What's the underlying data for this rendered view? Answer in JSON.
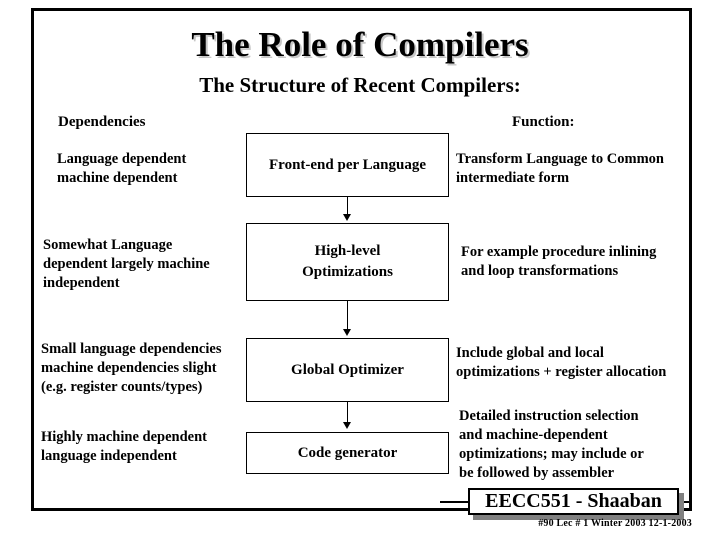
{
  "slide": {
    "title": "The Role of Compilers",
    "subtitle": "The Structure of Recent Compilers:",
    "frame_color": "#000000",
    "background_color": "#ffffff",
    "title_shadow_color": "#c8c8c8"
  },
  "columns": {
    "left_header": "Dependencies",
    "right_header": "Function:"
  },
  "rows": [
    {
      "dependency_lines": [
        "Language dependent",
        "machine dependent"
      ],
      "stage_lines": [
        "Front-end per Language"
      ],
      "function_lines": [
        "Transform Language to Common",
        "intermediate form"
      ]
    },
    {
      "dependency_lines": [
        "Somewhat Language",
        "dependent largely machine",
        "independent"
      ],
      "stage_lines": [
        "High-level",
        "Optimizations"
      ],
      "function_lines": [
        "For example procedure inlining",
        "and  loop transformations"
      ]
    },
    {
      "dependency_lines": [
        "Small language dependencies",
        "machine dependencies slight",
        "(e.g. register counts/types)"
      ],
      "stage_lines": [
        "Global Optimizer"
      ],
      "function_lines": [
        "Include global and local",
        "optimizations + register allocation"
      ]
    },
    {
      "dependency_lines": [
        "Highly machine dependent",
        "language independent"
      ],
      "stage_lines": [
        "Code generator"
      ],
      "function_lines": [
        "Detailed instruction selection",
        "and machine-dependent",
        "optimizations; may include or",
        "be followed by assembler"
      ]
    }
  ],
  "footer": {
    "badge": "EECC551 - Shaaban",
    "meta": "#90   Lec # 1   Winter 2003   12-1-2003",
    "badge_shadow_color": "#808080"
  }
}
